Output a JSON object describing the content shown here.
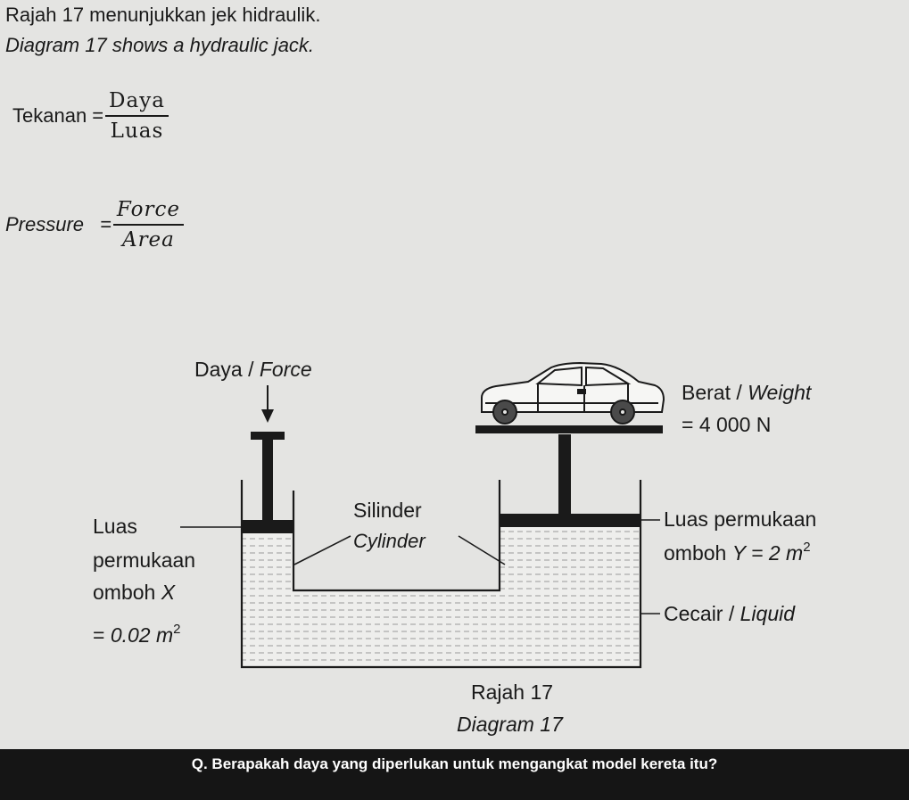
{
  "header": {
    "line_ms": "Rajah 17 menunjukkan jek hidraulik.",
    "line_en": "Diagram 17 shows a hydraulic jack."
  },
  "formula_ms": {
    "lhs": "Tekanan",
    "eq": "=",
    "num": "Daya",
    "den": "Luas"
  },
  "formula_en": {
    "lhs": "Pressure",
    "eq": "=",
    "num": "Force",
    "den": "Area"
  },
  "diagram": {
    "force_ms": "Daya / ",
    "force_en": "Force",
    "weight_ms": "Berat / ",
    "weight_en": "Weight",
    "weight_value": "= 4 000 N",
    "cylinder_ms": "Silinder",
    "cylinder_en": "Cylinder",
    "area_x": {
      "line1": "Luas",
      "line2": "permukaan",
      "line3": "omboh ",
      "var": "X",
      "value_prefix": "= ",
      "value": "0.02 m",
      "exp": "2"
    },
    "area_y": {
      "line1": "Luas permukaan",
      "line2": "omboh ",
      "var": "Y",
      "value": " = 2 m",
      "exp": "2"
    },
    "liquid_ms": "Cecair / ",
    "liquid_en": "Liquid",
    "caption_ms": "Rajah 17",
    "caption_en": "Diagram 17"
  },
  "question": "Q. Berapakah daya yang diperlukan untuk mengangkat model kereta itu?",
  "colors": {
    "background": "#e4e4e2",
    "ink": "#1a1a1a",
    "liquid": "#eeeeec",
    "bar": "#151515"
  }
}
